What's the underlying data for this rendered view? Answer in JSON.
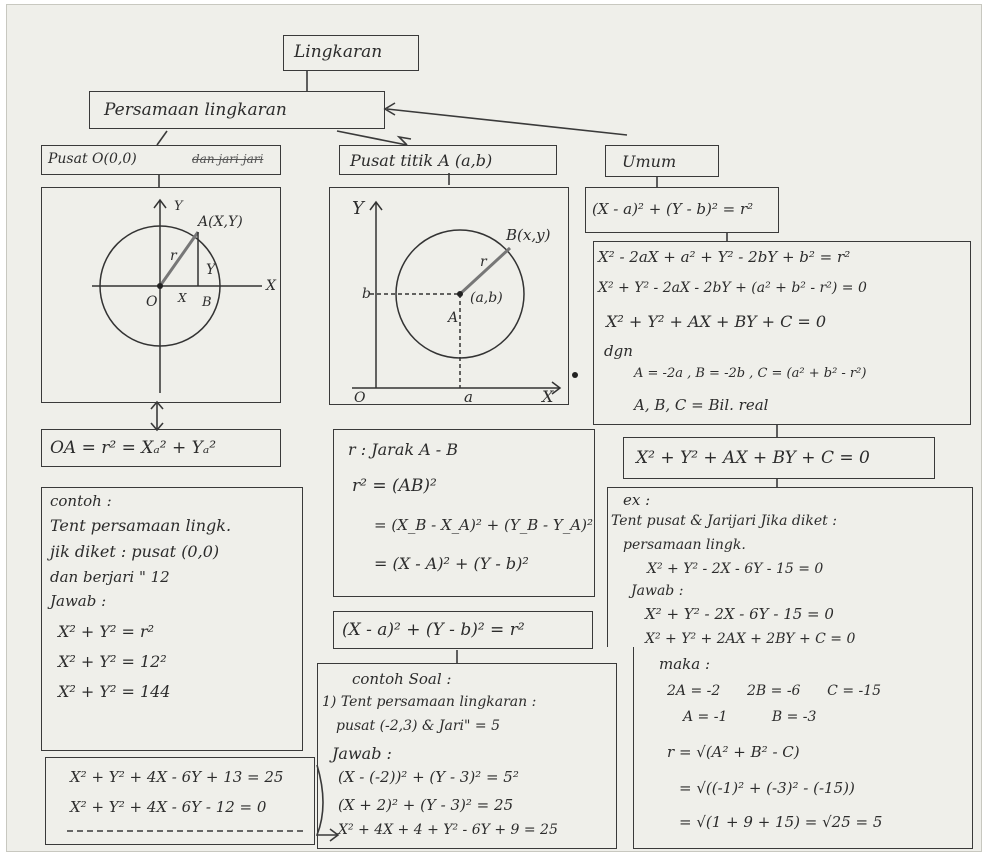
{
  "title": "Lingkaran",
  "subtitle": "Persamaan lingkaran",
  "col1": {
    "header": "Pusat O(0,0)",
    "header_strike": "dan jari-jari",
    "diagram": {
      "y": "Y",
      "x": "X",
      "a": "A(X,Y)",
      "r": "r",
      "ylabel": "Y",
      "o": "O",
      "xmark": "X",
      "b": "B"
    },
    "formula": "OA = r² = Xₐ² + Yₐ²",
    "example": [
      "contoh :",
      "Tent persamaan lingk.",
      "jik diket : pusat (0,0)",
      "dan berjari \" 12",
      "Jawab :",
      "X² + Y² = r²",
      "X² + Y² = 12²",
      "X² + Y² = 144"
    ]
  },
  "col2": {
    "header": "Pusat titik A (a,b)",
    "diagram": {
      "y": "Y",
      "b": "b",
      "bpt": "B(x,y)",
      "r": "r",
      "center": "(a,b)",
      "a_pt": "A",
      "o": "O",
      "a_axis": "a",
      "x": "X"
    },
    "lines": [
      "r : Jarak A - B",
      "r² = (AB)²",
      "= (X_B - X_A)² + (Y_B - Y_A)²",
      "= (X - A)² + (Y - b)²"
    ],
    "result": "(X - a)² + (Y - b)² = r²",
    "example": [
      "contoh Soal :",
      "1) Tent persamaan lingkaran :",
      "pusat (-2,3) & Jari\" = 5",
      "Jawab :",
      "(X - (-2))² + (Y - 3)² = 5²",
      "(X + 2)² + (Y - 3)² = 25",
      "X² + 4X + 4 + Y² - 6Y + 9 = 25"
    ]
  },
  "col3": {
    "header": "Umum",
    "formula1": "(X - a)² + (Y - b)² = r²",
    "expand": [
      "X² - 2aX + a² + Y² - 2bY + b² = r²",
      "X² + Y² - 2aX - 2bY + (a² + b² - r²) = 0",
      "X² + Y² + AX + BY + C = 0",
      "dgn",
      "A = -2a ,  B = -2b ,  C = (a² + b² - r²)",
      "A, B, C = Bil. real"
    ],
    "formula2": "X² + Y² + AX + BY + C = 0",
    "example": [
      "ex :",
      "Tent pusat & Jarijari Jika diket :",
      "persamaan lingk.",
      "X² + Y² - 2X - 6Y - 15 = 0",
      "Jawab :",
      "X² + Y² - 2X - 6Y - 15 = 0",
      "X² + Y² + 2AX + 2BY + C = 0",
      "maka :",
      "2A = -2      2B = -6      C = -15",
      "A = -1          B = -3",
      "r = √(A² + B² - C)",
      "= √((-1)² + (-3)² - (-15))",
      "= √(1 + 9 + 15) = √25 = 5"
    ]
  },
  "bottom_left": [
    "X² + Y² + 4X - 6Y + 13 = 25",
    "X² + Y² + 4X - 6Y - 12 = 0"
  ]
}
